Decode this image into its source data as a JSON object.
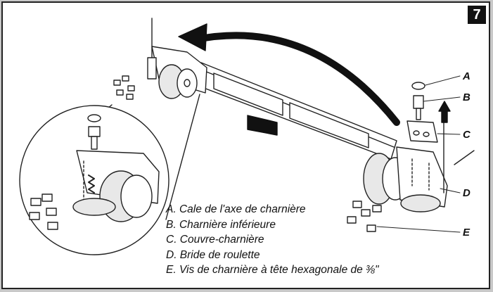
{
  "step_number": "7",
  "callout_letters": [
    "A",
    "B",
    "C",
    "D",
    "E"
  ],
  "legend": [
    "A. Cale de l'axe de charnière",
    "B. Charnière inférieure",
    "C. Couvre-charnière",
    "D. Bride de roulette",
    "E. Vis de charnière à tête hexagonale de ⅜\""
  ],
  "colors": {
    "line": "#222222",
    "fill_gray": "#d9d9d9",
    "fill_dark": "#333333"
  }
}
